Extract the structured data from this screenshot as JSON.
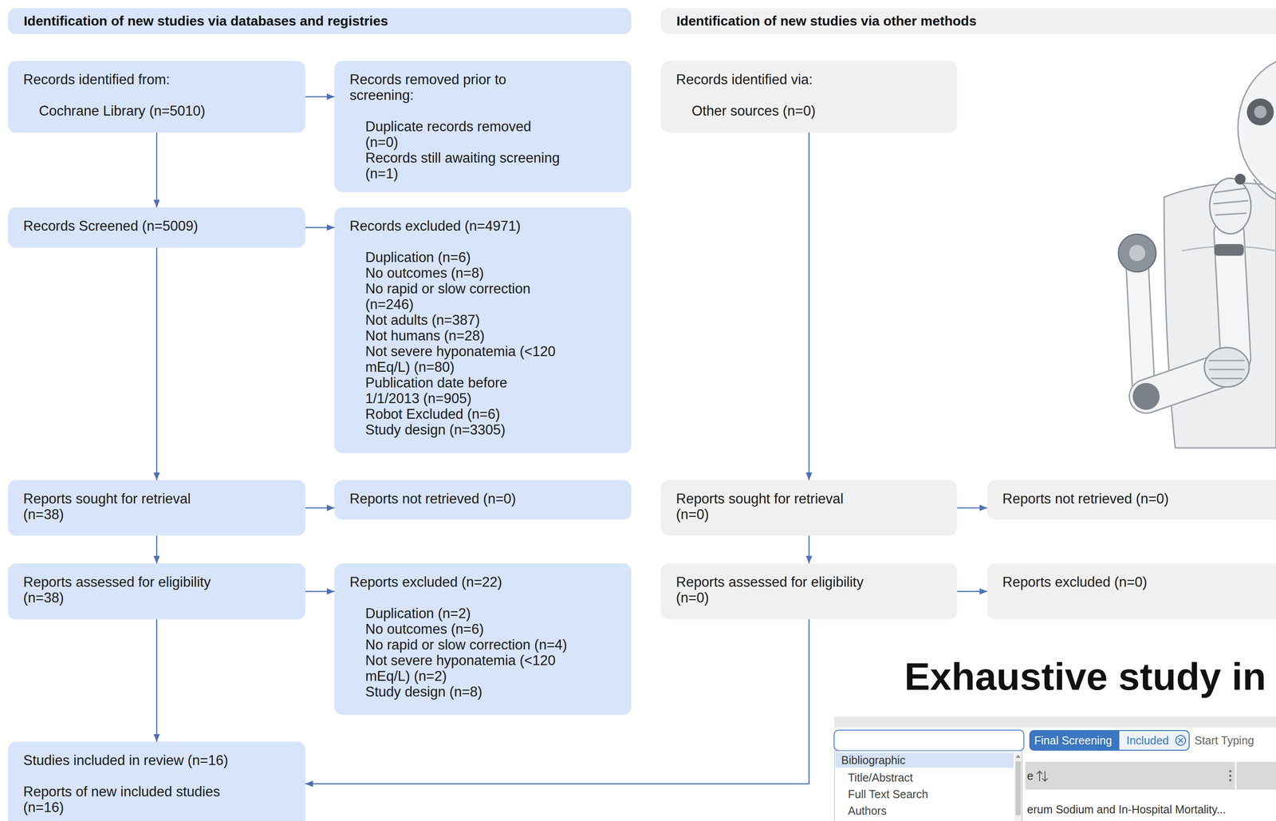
{
  "diagram": {
    "nodes": [
      {
        "text": [
          "Identification of new studies via databases and registries"
        ]
      },
      {
        "text": [
          "Identification of new studies via other methods"
        ]
      },
      {
        "text": [
          "Records identified from:",
          "Cochrane Library (n=5010)"
        ]
      },
      {
        "text": [
          "Records removed prior to screening:",
          "Duplicate records removed (n=0)",
          "Records still awaiting screening (n=1)"
        ]
      },
      {
        "text": [
          "Records identified via:",
          "Other sources (n=0)"
        ]
      },
      {
        "text": [
          "Records Screened (n=5009)"
        ]
      },
      {
        "text": [
          "Records excluded (n=4971)",
          "Duplication (n=6)",
          "No outcomes (n=8)",
          "No rapid or slow correction (n=246)",
          "Not adults (n=387)",
          "Not humans (n=28)",
          "Not severe hyponatemia (<120 mEq/L) (n=80)",
          "Publication date before 1/1/2013 (n=905)",
          "Robot Excluded (n=6)",
          "Study design (n=3305)"
        ]
      },
      {
        "text": [
          "Reports sought for retrieval (n=38)"
        ]
      },
      {
        "text": [
          "Reports not retrieved (n=0)"
        ]
      },
      {
        "text": [
          "Reports sought for retrieval (n=0)"
        ]
      },
      {
        "text": [
          "Reports not retrieved (n=0)"
        ]
      },
      {
        "text": [
          "Reports assessed for eligibility (n=38)"
        ]
      },
      {
        "text": [
          "Reports excluded (n=22)",
          "Duplication (n=2)",
          "No outcomes (n=6)",
          "No rapid or slow correction (n=4)",
          "Not severe hyponatemia (<120 mEq/L) (n=2)",
          "Study design (n=8)"
        ]
      },
      {
        "text": [
          "Reports assessed for eligibility (n=0)"
        ]
      },
      {
        "text": [
          "Reports excluded (n=0)"
        ]
      },
      {
        "text": [
          "Studies included in review (n=16)",
          "Reports of new included studies (n=16)"
        ]
      }
    ],
    "edges": [
      {
        "from": 2,
        "to": 3,
        "arrow": "to"
      },
      {
        "from": 2,
        "to": 5,
        "arrow": "to"
      },
      {
        "from": 5,
        "to": 6,
        "arrow": "to"
      },
      {
        "from": 5,
        "to": 7,
        "arrow": "to"
      },
      {
        "from": 7,
        "to": 8,
        "arrow": "to"
      },
      {
        "from": 7,
        "to": 11,
        "arrow": "to"
      },
      {
        "from": 11,
        "to": 12,
        "arrow": "to"
      },
      {
        "from": 11,
        "to": 15,
        "arrow": "to"
      },
      {
        "from": 4,
        "to": 9,
        "arrow": "to"
      },
      {
        "from": 9,
        "to": 10,
        "arrow": "to"
      },
      {
        "from": 9,
        "to": 13,
        "arrow": "to"
      },
      {
        "from": 13,
        "to": 14,
        "arrow": "to"
      },
      {
        "from": 13,
        "to": 15,
        "arrow": "to"
      }
    ],
    "labels": [
      "Exhaustive study in",
      "Final Screening",
      "Included",
      "Start Typing",
      "Bibliographic",
      "e",
      "Title/Abstract",
      "Full Text Search",
      "erum Sodium and In-Hospital Mortality...",
      "Authors"
    ]
  }
}
